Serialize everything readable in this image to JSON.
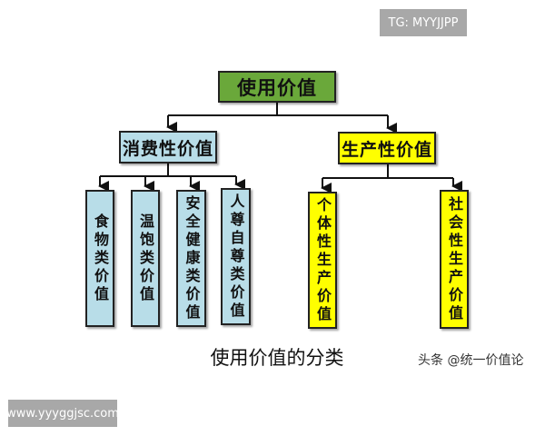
{
  "root": "使用价值",
  "branches": [
    {
      "label": "消费性价值",
      "children": [
        "食物类价值",
        "温饱类价值",
        "安全健康类价值",
        "人尊自尊类价值"
      ]
    },
    {
      "label": "生产性价值",
      "children": [
        "个体性生产价值",
        "社会性生产价值"
      ]
    }
  ],
  "caption": "使用价值的分类",
  "credit": "头条 @统一价值论",
  "watermarks": {
    "top": "TG: MYYJJPP",
    "bottom": "www.yyyggjsc.com"
  },
  "colors": {
    "root": "#6aa83a",
    "consumption": "#b8dde8",
    "production": "#ffff00"
  }
}
